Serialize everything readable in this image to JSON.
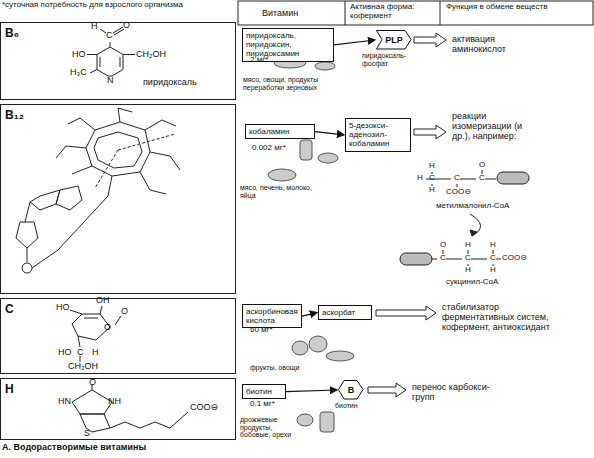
{
  "diagram": {
    "caption": "А. Водорастворимые витамины",
    "nodes": [
      {
        "text": [
          "B₆",
          "пиридоксаль"
        ]
      },
      {
        "text": [
          "пиридоксаль, пиридоксин, пиридоксамин"
        ]
      },
      {
        "text": [
          "PLP"
        ]
      },
      {
        "text": [
          "B₁₂"
        ]
      },
      {
        "text": [
          "кобаламин"
        ]
      },
      {
        "text": [
          "5-дезокси-аденозил-кобаламин"
        ]
      },
      {
        "text": [
          "C"
        ]
      },
      {
        "text": [
          "аскорбиновая кислота"
        ]
      },
      {
        "text": [
          "аскорбат"
        ]
      },
      {
        "text": [
          "H"
        ]
      },
      {
        "text": [
          "биотин"
        ]
      },
      {
        "text": [
          "B"
        ]
      }
    ],
    "edges": [
      {
        "from": 1,
        "to": 2,
        "arrow": "to"
      },
      {
        "from": 4,
        "to": 5,
        "arrow": "to"
      },
      {
        "from": 7,
        "to": 8,
        "arrow": "to"
      },
      {
        "from": 10,
        "to": 11,
        "arrow": "to"
      }
    ],
    "labels": [
      "*суточная потребность для взрослого организма",
      "Витамин",
      "Активная форма: кофермент",
      "Функция в обмене веществ",
      "O",
      "C",
      "H",
      "HO",
      "CH₂OH",
      "H₃C",
      "N",
      "2 мг*",
      "мясо, овощи, продукты переработки зерновых",
      "пиридоксаль-фосфат",
      "активация аминокислот",
      "0.002 мг*",
      "мясо, печень, молоко, яйца",
      "реакции изомеризации (и др.), например:",
      "H",
      "H",
      "C",
      "C",
      "C",
      "H",
      "O",
      "COO⊖",
      "метилмалонил-CoA",
      "O",
      "H",
      "H",
      "C",
      "C",
      "C",
      "H",
      "H",
      "COO⊖",
      "сукцинил-CoA",
      "HO",
      "OH",
      "O",
      "O",
      "HO",
      "C",
      "H",
      "CH₂OH",
      "60 мг*",
      "фрукты, овощи",
      "стабилизатор ферментативных систем, кофермент, антиоксидант",
      "O",
      "HN",
      "NH",
      "S",
      "COO⊖",
      "0.1 мг*",
      "дрожжевые продукты, бобовые, орехи",
      "биотин",
      "перенос карбокси-групп"
    ]
  }
}
